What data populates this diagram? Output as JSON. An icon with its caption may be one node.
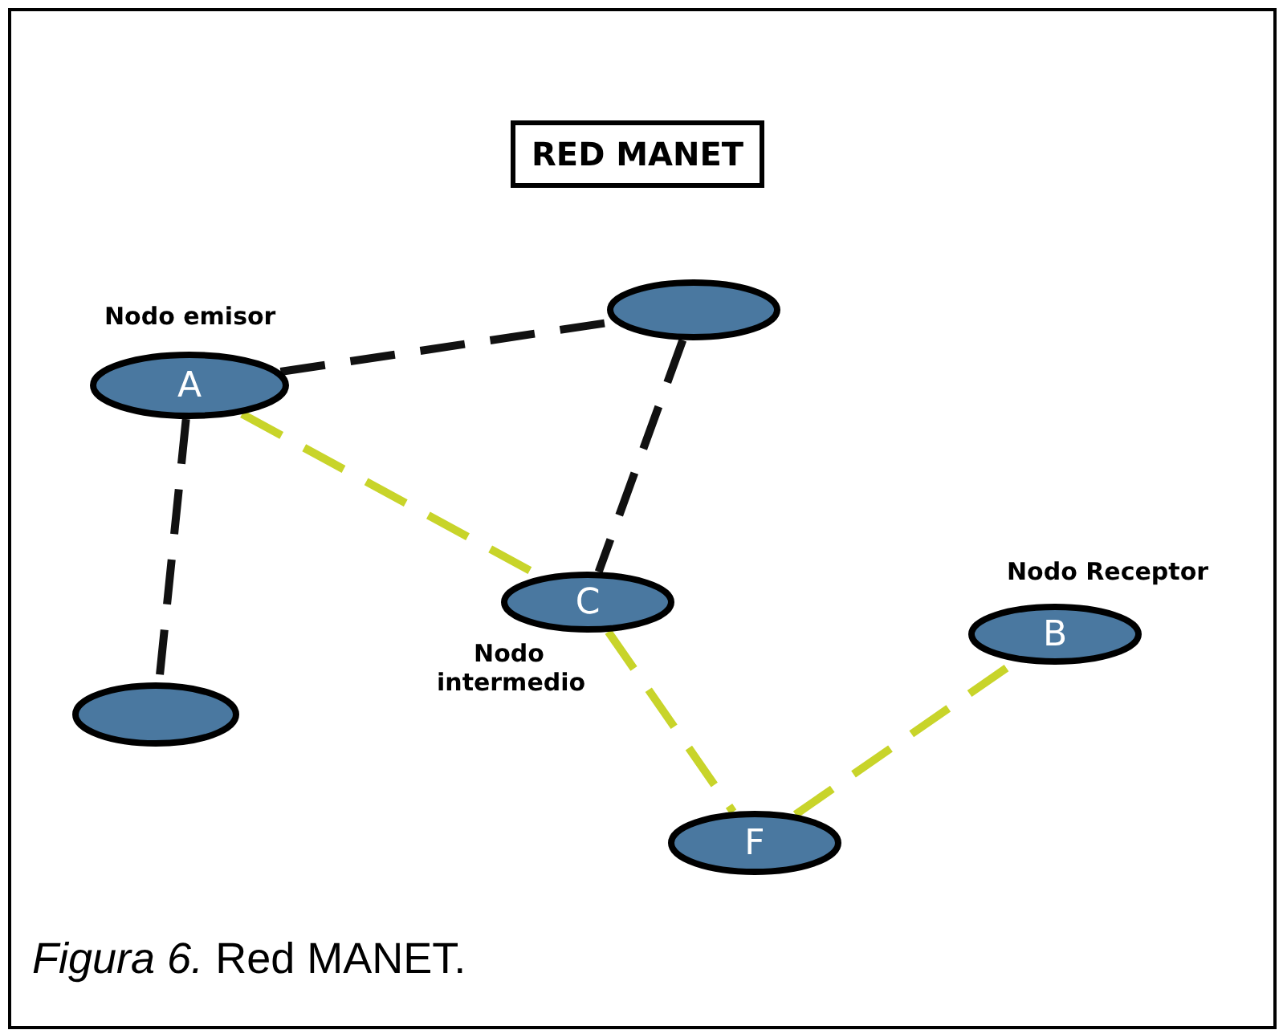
{
  "diagram": {
    "title": "RED MANET",
    "caption": "*Figura 6.* Red MANET.",
    "nodes": [
      {
        "text": [],
        "shape": "ellipse"
      },
      {
        "text": [
          "A"
        ],
        "beside": [
          "Nodo emisor"
        ]
      },
      {
        "text": [
          "C"
        ],
        "beside": [
          "Nodo intermedio"
        ]
      },
      {
        "text": [
          "B"
        ],
        "beside": [
          "Nodo Receptor"
        ]
      },
      {
        "text": [],
        "shape": "ellipse"
      },
      {
        "text": [
          "F"
        ]
      }
    ],
    "edges": [
      {
        "from": 1,
        "to": 0,
        "arrow": "none",
        "style": "dashed"
      },
      {
        "from": 0,
        "to": 2,
        "arrow": "none",
        "style": "dashed"
      },
      {
        "from": 1,
        "to": 4,
        "arrow": "none",
        "style": "dashed"
      },
      {
        "from": 1,
        "to": 2,
        "arrow": "none",
        "style": "dashed",
        "color": "#c8d42a"
      },
      {
        "from": 2,
        "to": 5,
        "arrow": "none",
        "style": "dashed",
        "color": "#c8d42a"
      },
      {
        "from": 5,
        "to": 3,
        "arrow": "none",
        "style": "dashed",
        "color": "#c8d42a"
      }
    ]
  }
}
